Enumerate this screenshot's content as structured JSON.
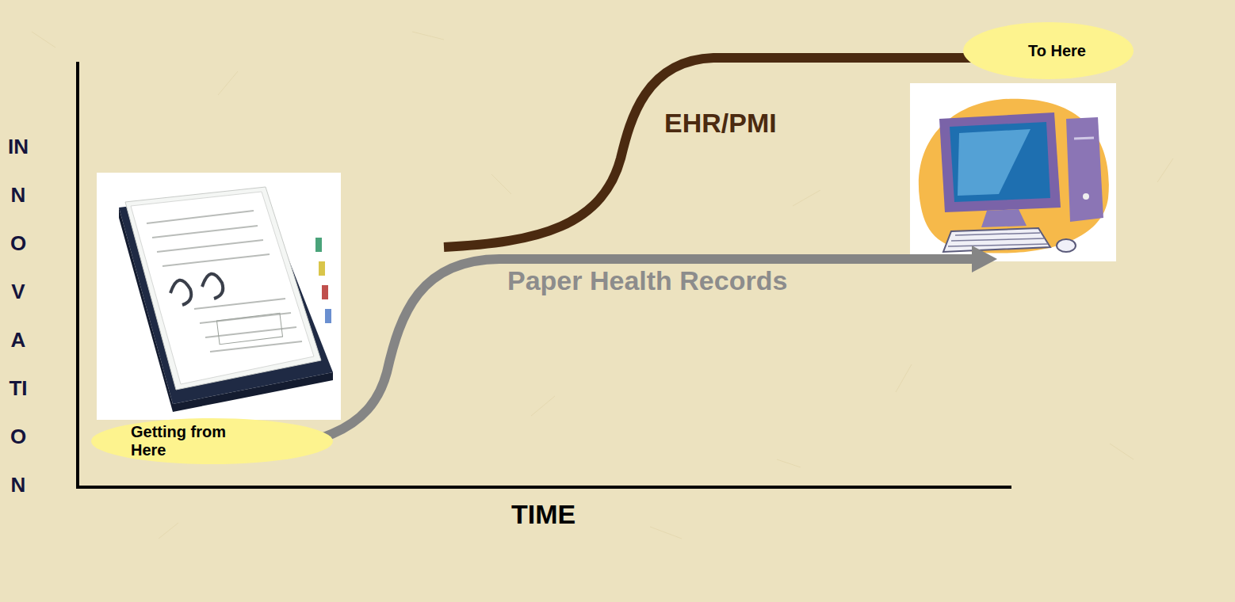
{
  "diagram": {
    "nodes": [
      {
        "text": [
          "To Here"
        ]
      },
      {
        "text": [
          "Getting from Here"
        ]
      }
    ],
    "labels": [
      "EHR/PMI",
      "Paper Health Records",
      "TIME",
      "INNOVATION"
    ]
  }
}
